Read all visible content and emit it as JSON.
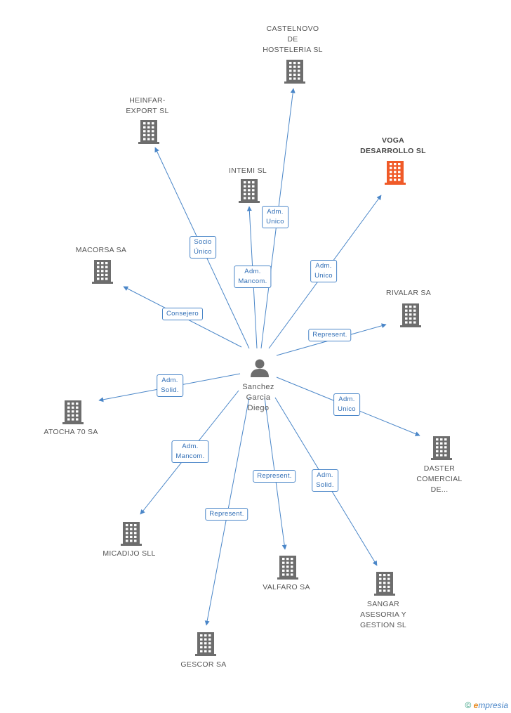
{
  "center": {
    "label": "Sanchez\nGarcia\nDiego",
    "icon": "person-icon"
  },
  "colors": {
    "edge": "#4a86c8",
    "building": "#6d6d6d",
    "highlight": "#f05a28"
  },
  "nodes": [
    {
      "id": "castelnovo",
      "label": "CASTELNOVO\nDE\nHOSTELERIA SL",
      "icon": "building-icon"
    },
    {
      "id": "heinfar",
      "label": "HEINFAR-\nEXPORT SL",
      "icon": "building-icon"
    },
    {
      "id": "voga",
      "label": "VOGA\nDESARROLLO SL",
      "icon": "building-icon",
      "highlight": true
    },
    {
      "id": "intemi",
      "label": "INTEMI SL",
      "icon": "building-icon"
    },
    {
      "id": "macorsa",
      "label": "MACORSA SA",
      "icon": "building-icon"
    },
    {
      "id": "rivalar",
      "label": "RIVALAR SA",
      "icon": "building-icon"
    },
    {
      "id": "atocha",
      "label": "ATOCHA 70 SA",
      "icon": "building-icon"
    },
    {
      "id": "daster",
      "label": "DASTER\nCOMERCIAL\nDE...",
      "icon": "building-icon"
    },
    {
      "id": "micadijo",
      "label": "MICADIJO SLL",
      "icon": "building-icon"
    },
    {
      "id": "valfaro",
      "label": "VALFARO SA",
      "icon": "building-icon"
    },
    {
      "id": "sangar",
      "label": "SANGAR\nASESORIA Y\nGESTION SL",
      "icon": "building-icon"
    },
    {
      "id": "gescor",
      "label": "GESCOR SA",
      "icon": "building-icon"
    }
  ],
  "edges": [
    {
      "to": "castelnovo",
      "label": "Adm.\nUnico"
    },
    {
      "to": "heinfar",
      "label": "Socio\nÚnico"
    },
    {
      "to": "voga",
      "label": "Adm.\nUnico"
    },
    {
      "to": "intemi",
      "label": "Adm.\nMancom."
    },
    {
      "to": "macorsa",
      "label": "Consejero"
    },
    {
      "to": "rivalar",
      "label": "Represent."
    },
    {
      "to": "atocha",
      "label": "Adm.\nSolid."
    },
    {
      "to": "daster",
      "label": "Adm.\nUnico"
    },
    {
      "to": "micadijo",
      "label": "Adm.\nMancom."
    },
    {
      "to": "valfaro",
      "label": "Represent."
    },
    {
      "to": "sangar",
      "label": "Adm.\nSolid."
    },
    {
      "to": "gescor",
      "label": "Represent."
    }
  ],
  "watermark": {
    "copyright": "©",
    "brand_initial": "e",
    "brand_rest": "mpresia"
  }
}
